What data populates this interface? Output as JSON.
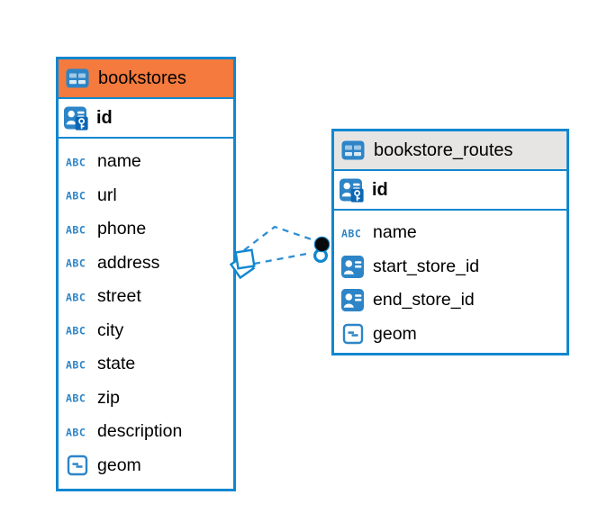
{
  "diagram": {
    "tables": [
      {
        "name": "bookstores",
        "header_color": "#f47a3d",
        "primary_key": {
          "name": "id",
          "icon": "primary-key-icon"
        },
        "columns": [
          {
            "name": "name",
            "icon": "text-type-icon"
          },
          {
            "name": "url",
            "icon": "text-type-icon"
          },
          {
            "name": "phone",
            "icon": "text-type-icon"
          },
          {
            "name": "address",
            "icon": "text-type-icon"
          },
          {
            "name": "street",
            "icon": "text-type-icon"
          },
          {
            "name": "city",
            "icon": "text-type-icon"
          },
          {
            "name": "state",
            "icon": "text-type-icon"
          },
          {
            "name": "zip",
            "icon": "text-type-icon"
          },
          {
            "name": "description",
            "icon": "text-type-icon"
          },
          {
            "name": "geom",
            "icon": "geometry-type-icon"
          }
        ]
      },
      {
        "name": "bookstore_routes",
        "header_color": "#e6e5e3",
        "primary_key": {
          "name": "id",
          "icon": "primary-key-icon"
        },
        "columns": [
          {
            "name": "name",
            "icon": "text-type-icon"
          },
          {
            "name": "start_store_id",
            "icon": "reference-type-icon"
          },
          {
            "name": "end_store_id",
            "icon": "reference-type-icon"
          },
          {
            "name": "geom",
            "icon": "geometry-type-icon"
          }
        ]
      }
    ],
    "relationships": {
      "count": 2,
      "line_style": "dashed",
      "connects": [
        "bookstores",
        "bookstore_routes"
      ],
      "bookstores_end_marker": "double-diamond",
      "routes_end_marker": "dot-and-ring"
    },
    "colors": {
      "table_border": "#1187d0",
      "bookstores_header": "#f47a3d",
      "routes_header": "#e6e5e3",
      "relation_line": "#2e8fd4",
      "icon_blue": "#2d85c7",
      "key_badge_blue": "#0d66b3",
      "text": "#000000",
      "background": "#ffffff"
    }
  }
}
